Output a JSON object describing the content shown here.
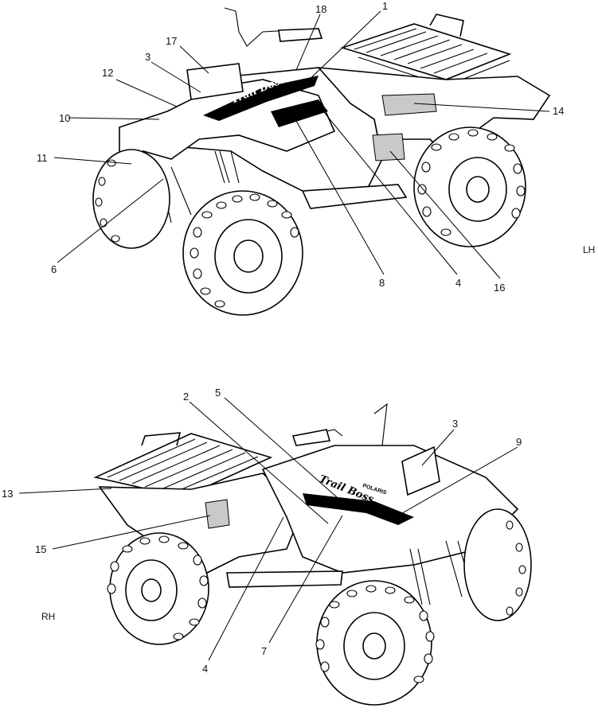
{
  "side_labels": {
    "left": "LH",
    "right": "RH"
  },
  "callouts_left_view": [
    "18",
    "1",
    "17",
    "3",
    "12",
    "10",
    "14",
    "11",
    "6",
    "8",
    "4",
    "16"
  ],
  "callouts_right_view": [
    "2",
    "5",
    "3",
    "9",
    "13",
    "15",
    "4",
    "7"
  ],
  "decal_text": {
    "model_script": "Trail Boss",
    "brand": "POLARIS"
  }
}
